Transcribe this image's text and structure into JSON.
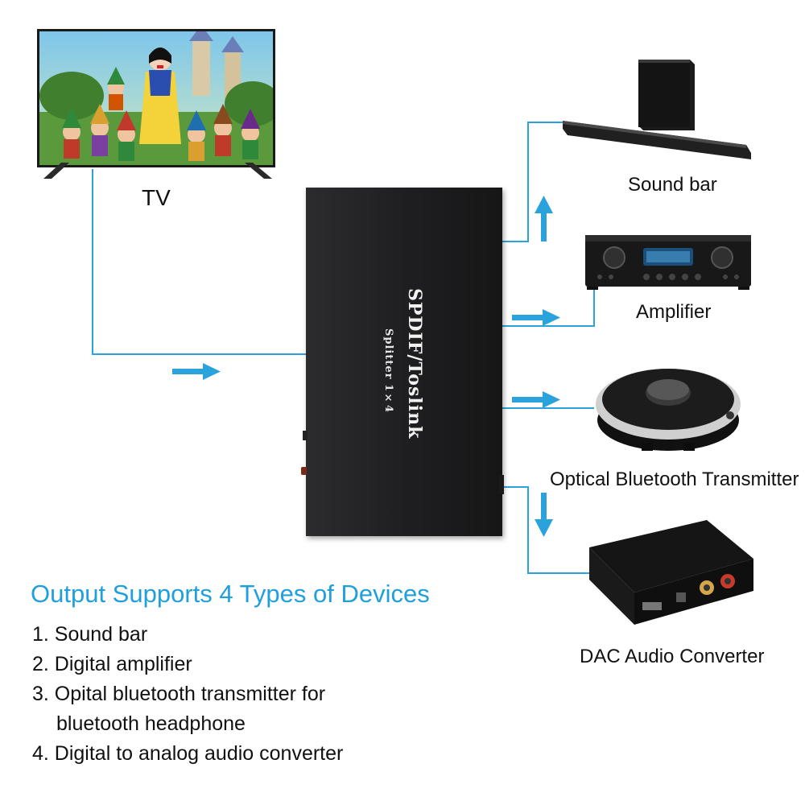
{
  "devices": {
    "tv": {
      "label": "TV",
      "icon": "tv-icon"
    },
    "splitter": {
      "title": "SPDIF/Toslink",
      "subtitle": "Splitter 1×4",
      "icon": "splitter-box-icon"
    },
    "outputs": [
      {
        "label": "Sound bar",
        "icon": "sound-bar-icon"
      },
      {
        "label": "Amplifier",
        "icon": "amplifier-icon"
      },
      {
        "label": "Optical Bluetooth Transmitter",
        "icon": "bluetooth-transmitter-icon"
      },
      {
        "label": "DAC Audio Converter",
        "icon": "dac-converter-icon"
      }
    ]
  },
  "features": {
    "heading": "Output Supports 4 Types of Devices",
    "items": [
      {
        "text": "1. Sound bar"
      },
      {
        "text": "2. Digital amplifier"
      },
      {
        "text": "3. Opital bluetooth transmitter for",
        "continuation": "bluetooth headphone"
      },
      {
        "text": "4. Digital to analog audio converter"
      }
    ]
  },
  "colors": {
    "accent": "#1fa0dc",
    "wire": "#2aa3dc",
    "splitter_body": "#232325",
    "text": "#111111"
  }
}
